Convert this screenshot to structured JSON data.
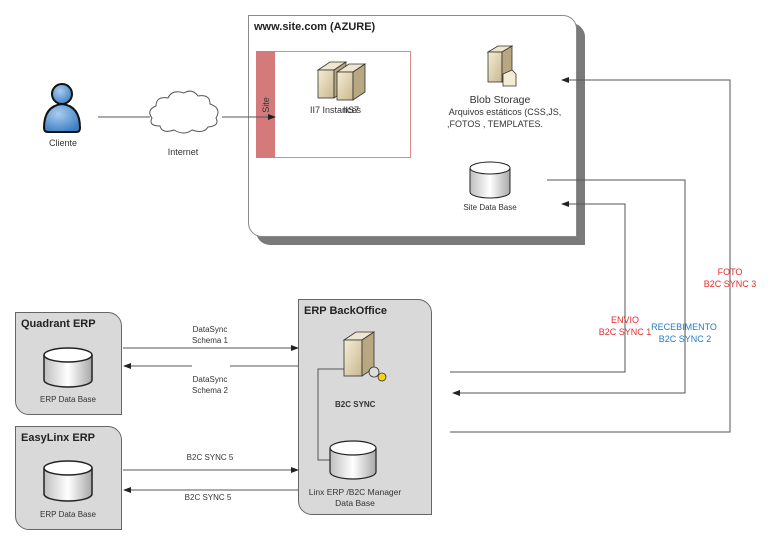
{
  "client": {
    "label": "Cliente"
  },
  "internet": {
    "label": "Internet"
  },
  "azure": {
    "title": "www.site.com (AZURE)",
    "site_band_label": "Site",
    "iis_label_a": "II7 Instances",
    "iis_label_b": "IIS7",
    "blob": {
      "title": "Blob Storage",
      "desc_line1": "Arquivos estáticos (CSS,JS,",
      "desc_line2": ",FOTOS , TEMPLATES."
    },
    "site_db": {
      "label": "Site Data Base"
    }
  },
  "quadrant": {
    "title": "Quadrant ERP",
    "db_label": "ERP Data Base"
  },
  "easylinx": {
    "title": "EasyLinx ERP",
    "db_label": "ERP Data Base"
  },
  "backoffice": {
    "title": "ERP BackOffice",
    "server_label": "B2C SYNC",
    "db_label_line1": "Linx ERP /B2C Manager",
    "db_label_line2": "Data Base"
  },
  "connections": {
    "datasync1_line1": "DataSync",
    "datasync1_line2": "Schema 1",
    "datasync2_line1": "DataSync",
    "datasync2_line2": "Schema 2",
    "b2c5_to": "B2C SYNC 5",
    "b2c5_from": "B2C SYNC 5",
    "envio_line1": "ENVIO",
    "envio_line2": "B2C SYNC 1",
    "recebimento_line1": "RECEBIMENTO",
    "recebimento_line2": "B2C SYNC 2",
    "foto_line1": "FOTO",
    "foto_line2": "B2C SYNC 3"
  },
  "colors": {
    "red": "#e52b2b",
    "blue": "#2a7bbf",
    "site_band": "#d47a7a",
    "panel": "#d9d9d9"
  }
}
